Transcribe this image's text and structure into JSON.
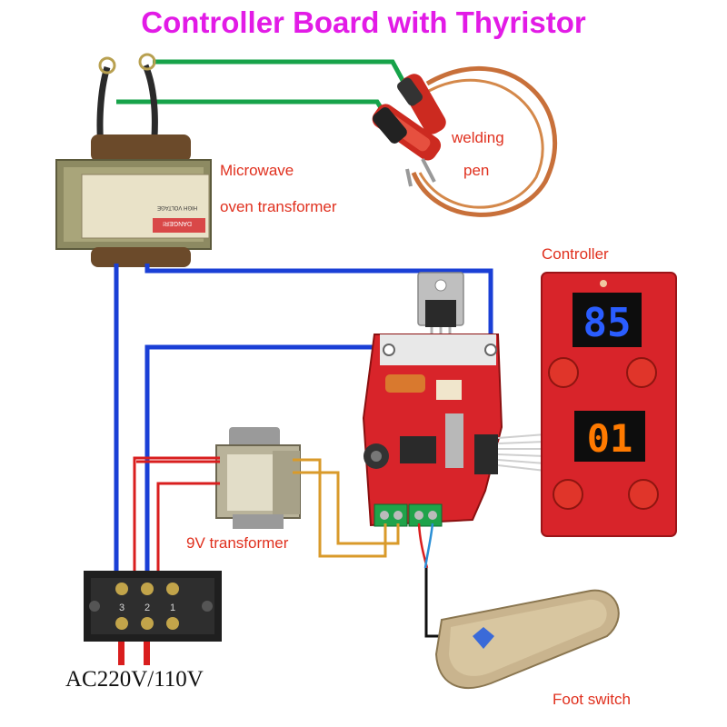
{
  "title": "Controller Board  with Thyristor",
  "labels": {
    "welding_pen_line1": "welding",
    "welding_pen_line2": "pen",
    "microwave_line1": "Microwave",
    "microwave_line2": "oven transformer",
    "controller": "Controller",
    "nine_volt": "9V transformer",
    "foot_switch": "Foot switch",
    "power": "AC220V/110V"
  },
  "controller": {
    "display_top": "85",
    "display_bottom": "01"
  },
  "transformer_plate": {
    "line1": "DANGER!",
    "line2": "HIGH VOLTAGE"
  },
  "terminal_numbers": [
    "3",
    "2",
    "1"
  ],
  "colors": {
    "title": "#e21be6",
    "labels": "#e0301e",
    "wire_green": "#17a34a",
    "wire_blue": "#1a3fd6",
    "wire_red": "#d91e1e",
    "wire_orange": "#d99a2a",
    "board_red": "#d8242a",
    "display_blue": "#2a5dff",
    "display_orange": "#ff7a00"
  }
}
